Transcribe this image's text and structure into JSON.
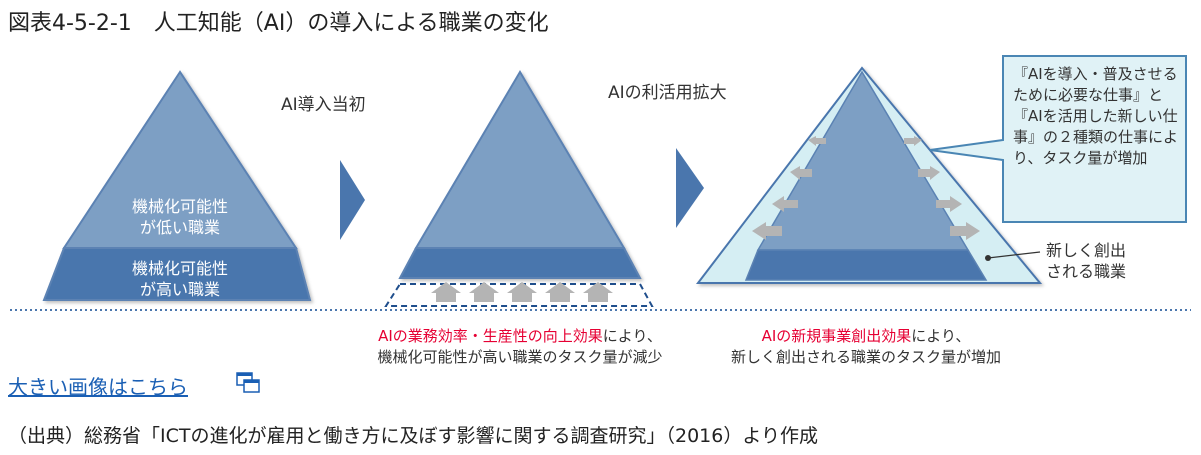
{
  "title": "図表4-5-2-1　人工知能（AI）の導入による職業の変化",
  "stage_labels": {
    "initial": "AI導入当初",
    "expansion": "AIの利活用拡大"
  },
  "pyramid1": {
    "upper_line1": "機械化可能性",
    "upper_line2": "が低い職業",
    "lower_line1": "機械化可能性",
    "lower_line2": "が高い職業"
  },
  "caption_middle": {
    "highlight": "AIの業務効率・生産性の向上効果",
    "rest": "により、",
    "line2": "機械化可能性が高い職業のタスク量が減少"
  },
  "caption_right": {
    "highlight": "AIの新規事業創出効果",
    "rest": "により、",
    "line2": "新しく創出される職業のタスク量が増加"
  },
  "callout": "『AIを導入・普及させるために必要な仕事』と『AIを活用した新しい仕事』の２種類の仕事により、タスク量が増加",
  "new_jobs_label": {
    "line1": "新しく創出",
    "line2": "される職業"
  },
  "link_text": "大きい画像はこちら",
  "source": "（出典）総務省「ICTの進化が雇用と働き方に及ぼす影響に関する調査研究」（2016）より作成",
  "colors": {
    "upper_blue": "#7d9fc4",
    "lower_blue": "#4a76ad",
    "arrow_blue": "#4a76ad",
    "new_area": "#d5eef3",
    "callout_fill": "#e0f2f6",
    "callout_border": "#4a86b4",
    "highlight_red": "#e60033",
    "link_blue": "#1a5fb4"
  },
  "icons": [
    "stage-arrow-icon",
    "up-arrow-icon",
    "side-arrow-icon",
    "new-window-icon"
  ]
}
